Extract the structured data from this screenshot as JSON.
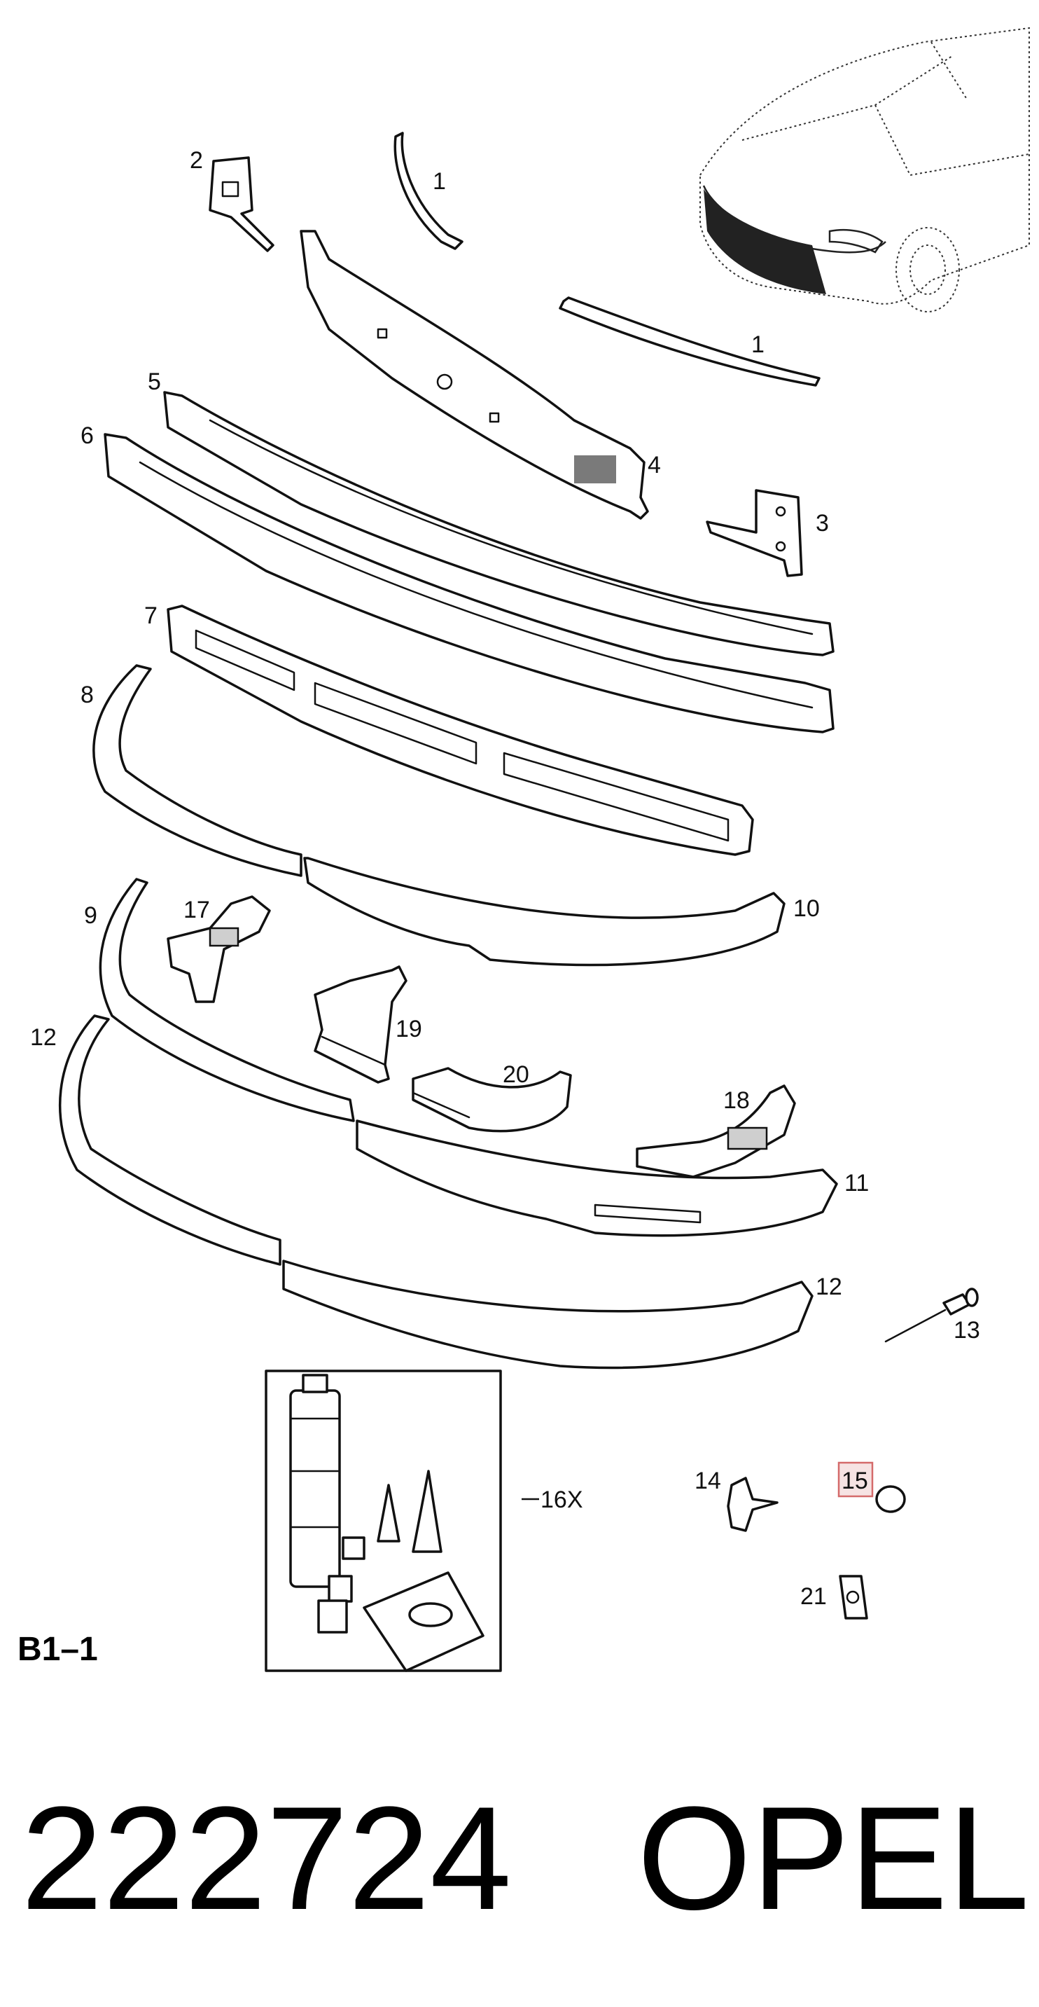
{
  "diagram": {
    "section_label": "B1–1",
    "part_number": "222724",
    "brand": "OPEL",
    "callouts": [
      {
        "id": "c1a",
        "text": "1"
      },
      {
        "id": "c1b",
        "text": "1"
      },
      {
        "id": "c2",
        "text": "2"
      },
      {
        "id": "c3",
        "text": "3"
      },
      {
        "id": "c4",
        "text": "4"
      },
      {
        "id": "c5",
        "text": "5"
      },
      {
        "id": "c6",
        "text": "6"
      },
      {
        "id": "c7",
        "text": "7"
      },
      {
        "id": "c8",
        "text": "8"
      },
      {
        "id": "c9",
        "text": "9"
      },
      {
        "id": "c10",
        "text": "10"
      },
      {
        "id": "c11",
        "text": "11"
      },
      {
        "id": "c12a",
        "text": "12"
      },
      {
        "id": "c12b",
        "text": "12"
      },
      {
        "id": "c13",
        "text": "13"
      },
      {
        "id": "c14",
        "text": "14"
      },
      {
        "id": "c15",
        "text": "15"
      },
      {
        "id": "c16",
        "text": "16X"
      },
      {
        "id": "c17",
        "text": "17"
      },
      {
        "id": "c18",
        "text": "18"
      },
      {
        "id": "c19",
        "text": "19"
      },
      {
        "id": "c20",
        "text": "20"
      },
      {
        "id": "c21",
        "text": "21"
      }
    ],
    "highlighted_callout": "15"
  }
}
